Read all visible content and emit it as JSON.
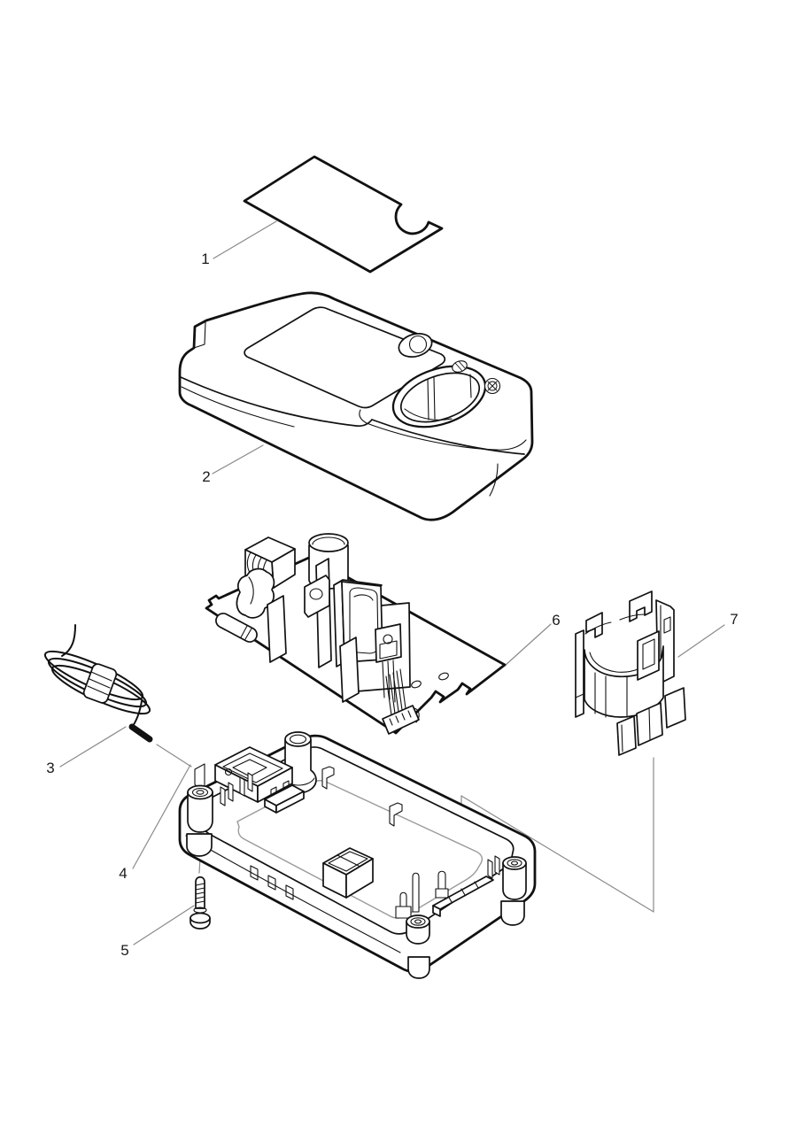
{
  "page": {
    "background": "#ffffff"
  },
  "colors": {
    "line": "#111111",
    "leader": "#8a8a8a",
    "floor_line": "#9a9a9a",
    "text": "#1a1a1a"
  },
  "callouts": [
    {
      "label": "1"
    },
    {
      "label": "2"
    },
    {
      "label": "3"
    },
    {
      "label": "4"
    },
    {
      "label": "5"
    },
    {
      "label": "6"
    },
    {
      "label": "7"
    }
  ]
}
